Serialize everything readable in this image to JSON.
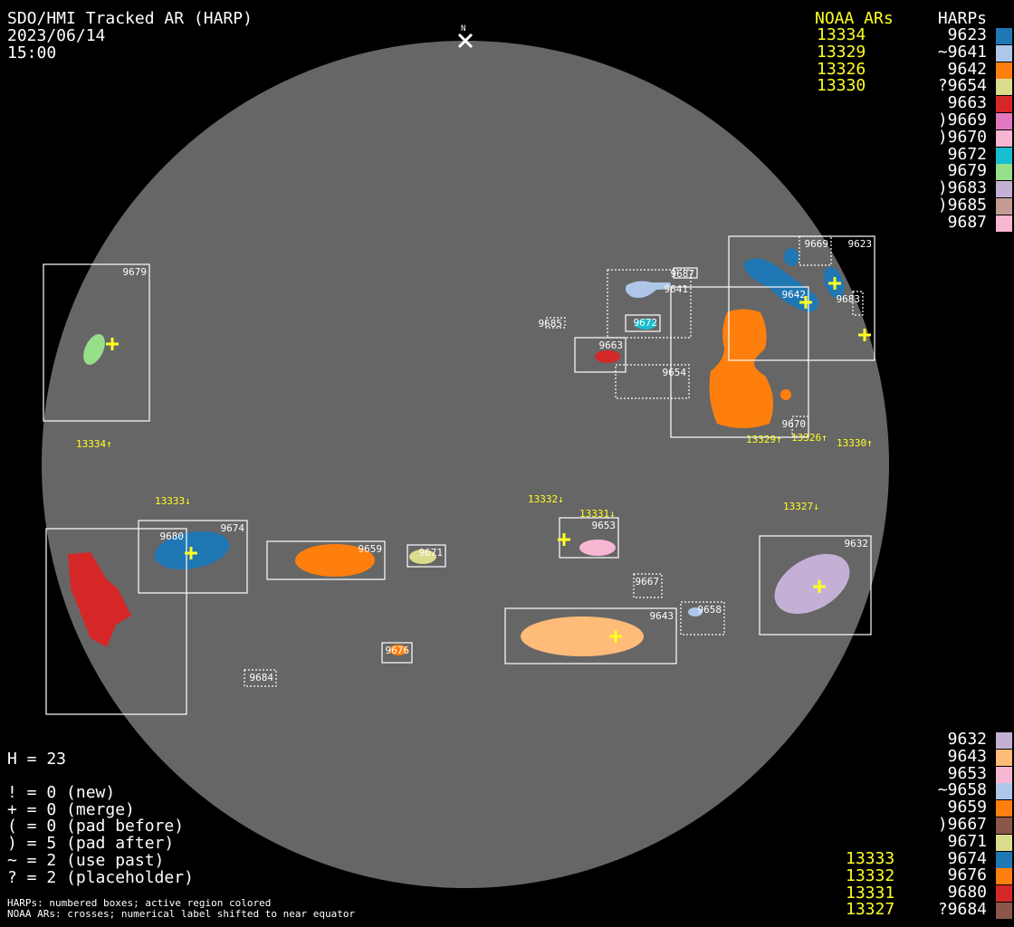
{
  "header": {
    "title": "SDO/HMI Tracked AR (HARP)",
    "date": "2023/06/14",
    "time": "15:00",
    "north_label": "N"
  },
  "legend_top": {
    "noaa_title": "NOAA ARs",
    "harp_title": "HARPs",
    "noaa": [
      "13334",
      "13329",
      "13326",
      "13330"
    ],
    "harps": [
      {
        "label": "9623",
        "color": "#1f77b4"
      },
      {
        "label": "~9641",
        "color": "#aec7e8"
      },
      {
        "label": "9642",
        "color": "#ff7f0e"
      },
      {
        "label": "?9654",
        "color": "#dbdb8d"
      },
      {
        "label": "9663",
        "color": "#d62728"
      },
      {
        "label": ")9669",
        "color": "#e377c2"
      },
      {
        "label": ")9670",
        "color": "#f7b6d2"
      },
      {
        "label": "9672",
        "color": "#17becf"
      },
      {
        "label": "9679",
        "color": "#98df8a"
      },
      {
        "label": ")9683",
        "color": "#c5b0d5"
      },
      {
        "label": ")9685",
        "color": "#c49c94"
      },
      {
        "label": "9687",
        "color": "#f7b6d2"
      }
    ]
  },
  "legend_bottom": {
    "noaa": [
      "13333",
      "13332",
      "13331",
      "13327"
    ],
    "harps": [
      {
        "label": "9632",
        "color": "#c5b0d5"
      },
      {
        "label": "9643",
        "color": "#ffbb78"
      },
      {
        "label": "9653",
        "color": "#f7b6d2"
      },
      {
        "label": "~9658",
        "color": "#aec7e8"
      },
      {
        "label": "9659",
        "color": "#ff7f0e"
      },
      {
        "label": ")9667",
        "color": "#8c564b"
      },
      {
        "label": "9671",
        "color": "#dbdb8d"
      },
      {
        "label": "9674",
        "color": "#1f77b4"
      },
      {
        "label": "9676",
        "color": "#ff7f0e"
      },
      {
        "label": "9680",
        "color": "#d62728"
      },
      {
        "label": "?9684",
        "color": "#8c564b"
      }
    ]
  },
  "stats": {
    "h": "H = 23",
    "lines": [
      "! = 0 (new)",
      "+ = 0 (merge)",
      "( = 0 (pad before)",
      ") = 5 (pad after)",
      "~ = 2 (use past)",
      "? = 2 (placeholder)"
    ]
  },
  "footer": [
    "HARPs: numbered boxes; active region colored",
    "NOAA ARs: crosses; numerical label shifted to near equator"
  ],
  "disk": {
    "harp_boxes": [
      "9679",
      "9680",
      "9674",
      "9659",
      "9671",
      "9676",
      "9684",
      "9653",
      "9667",
      "9643",
      "9658",
      "9632",
      "9685",
      "9641",
      "9687",
      "9672",
      "9663",
      "9654",
      "9642",
      "9623",
      "9669",
      "9683",
      "9670"
    ],
    "noaa_labels": [
      "13334↑",
      "13333↓",
      "13332↓",
      "13331↓",
      "13327↓",
      "13329↑",
      "13326↑",
      "13330↑"
    ]
  }
}
